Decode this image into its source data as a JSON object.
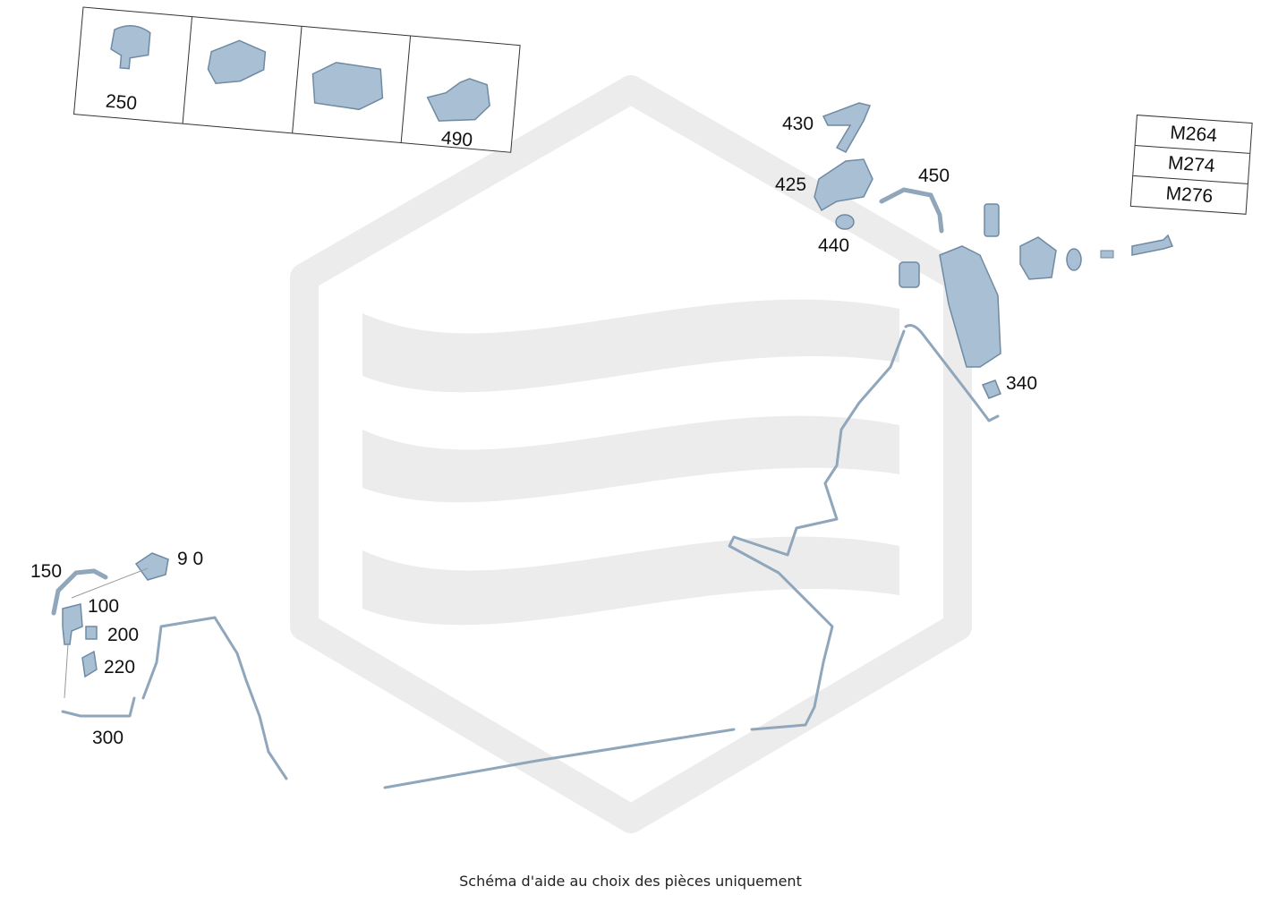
{
  "caption": "Schéma d'aide au choix des pièces uniquement",
  "clip_table": {
    "labels": [
      "250",
      "",
      "",
      "490"
    ]
  },
  "engine_variants": [
    "M264",
    "M274",
    "M276"
  ],
  "part_labels": {
    "p430": "430",
    "p425": "425",
    "p450": "450",
    "p440": "440",
    "p340": "340",
    "p150": "150",
    "p100": "100",
    "p200": "200",
    "p220": "220",
    "p300": "300",
    "p910": "9  0"
  },
  "colors": {
    "part_fill": "#a9bfd3",
    "part_stroke": "#6f8aa3",
    "watermark": "#ececec"
  }
}
